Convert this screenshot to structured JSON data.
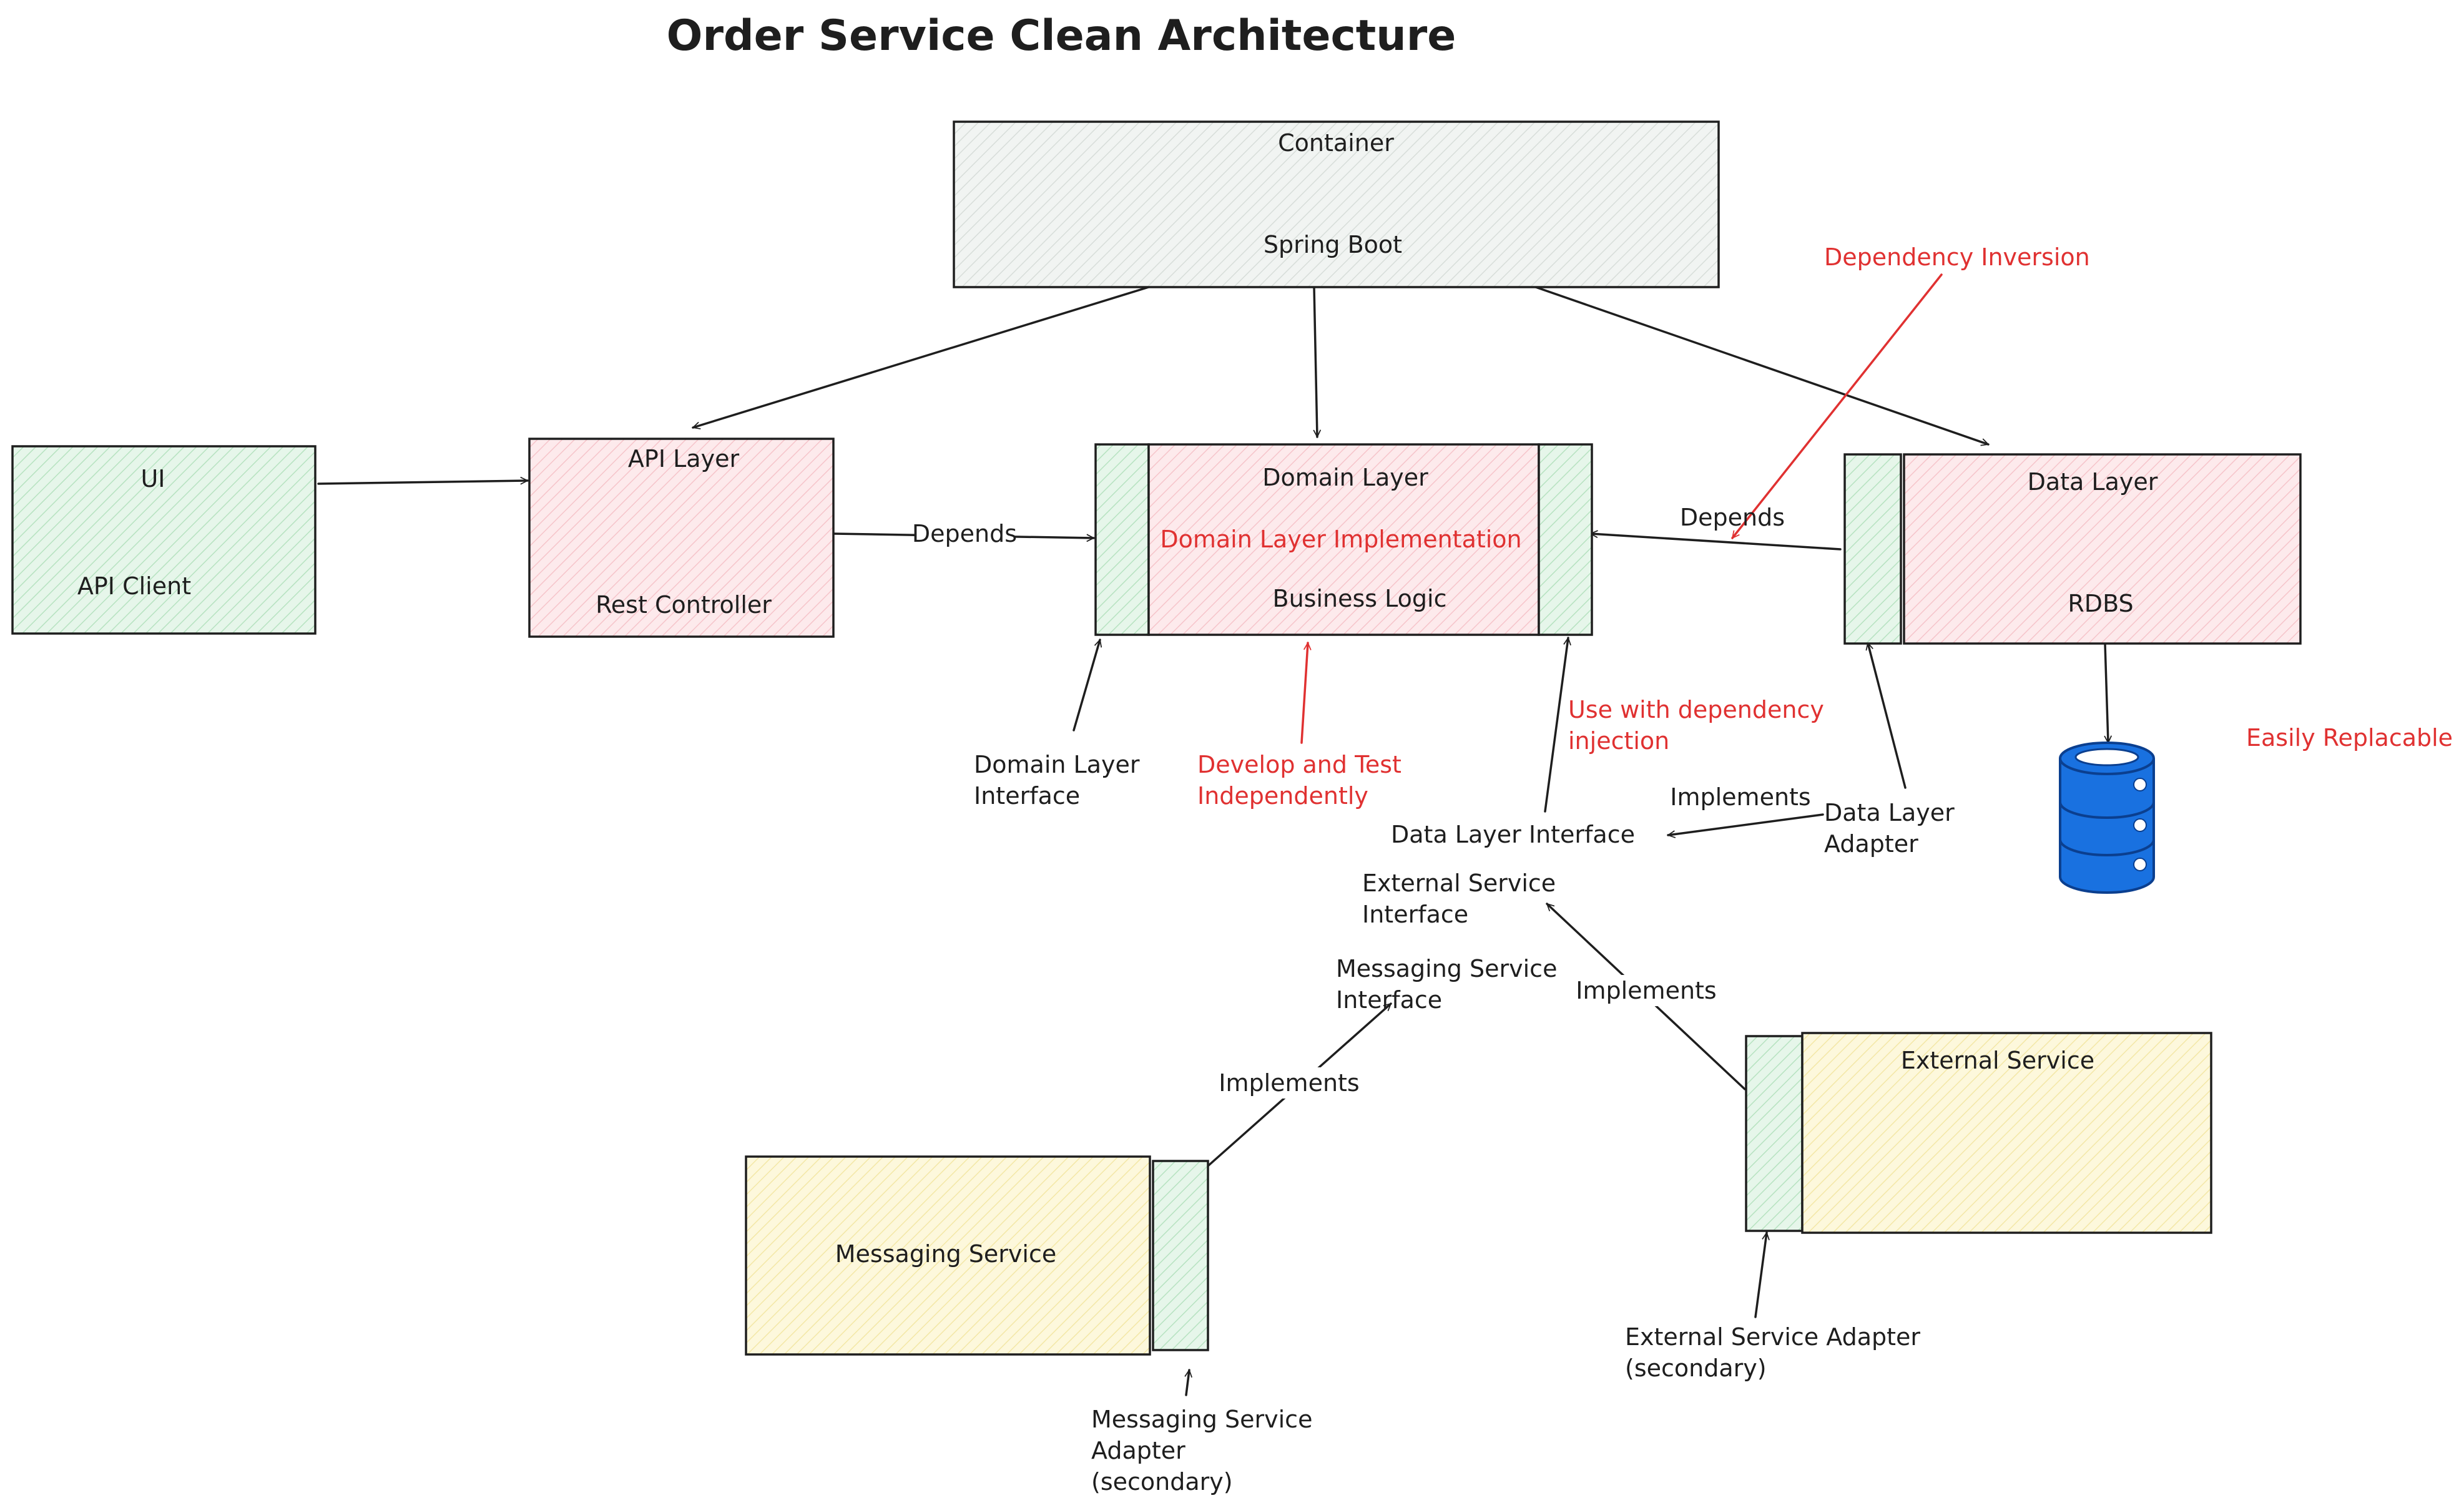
{
  "title": "Order Service Clean Architecture",
  "colors": {
    "stroke": "#1e1e1e",
    "annotation": "#e03131",
    "green_fill": "#e6f6ea",
    "pink_fill": "#fdeaec",
    "gray_fill": "#f1f4f2",
    "yellow_fill": "#fdf8dc",
    "database": "#1971e0"
  },
  "nodes": {
    "container": {
      "line1": "Container",
      "line2": "Spring Boot"
    },
    "ui": {
      "line1": "UI",
      "line2": "API Client"
    },
    "api_layer": {
      "line1": "API Layer",
      "line2": "Rest Controller"
    },
    "domain_layer": {
      "line1": "Domain Layer",
      "note": "Domain Layer Implementation",
      "line2": "Business Logic"
    },
    "data_layer": {
      "line1": "Data Layer",
      "line2": "RDBS"
    },
    "messaging_service": {
      "line1": "Messaging Service"
    },
    "external_service": {
      "line1": "External Service"
    }
  },
  "database_icon": "database-icon",
  "labels": {
    "domain_layer_interface": [
      "Domain Layer",
      "Interface"
    ],
    "develop_test": [
      "Develop and Test",
      "Independently"
    ],
    "use_with_di": [
      "Use with dependency",
      "injection"
    ],
    "data_layer_interface": "Data Layer Interface",
    "data_layer_adapter": [
      "Data Layer",
      "Adapter"
    ],
    "external_service_interface": [
      "External Service",
      "Interface"
    ],
    "messaging_service_interface": [
      "Messaging Service",
      "Interface"
    ],
    "messaging_service_adapter": [
      "Messaging Service",
      "Adapter",
      "(secondary)"
    ],
    "external_service_adapter": [
      "External Service Adapter",
      "(secondary)"
    ],
    "dependency_inversion": "Dependency Inversion",
    "easily_replacable": "Easily Replacable"
  },
  "edge_labels": {
    "api_to_domain": "Depends",
    "data_to_domain": "Depends",
    "adapter_implements_data_interface": "Implements",
    "external_implements_interface": "Implements",
    "messaging_implements_interface": "Implements"
  }
}
